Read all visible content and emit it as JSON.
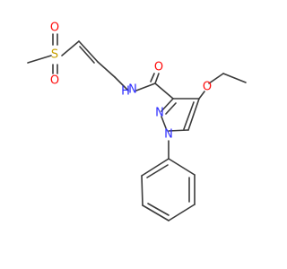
{
  "diagram": {
    "type": "chemical-structure",
    "colors": {
      "bond": "#3a3a3a",
      "carbon": "#3a3a3a",
      "nitrogen": "#2a2aff",
      "oxygen": "#ff0d0d",
      "sulfur": "#c8a000"
    },
    "atoms": {
      "s1": {
        "label": "S",
        "element": "sulfur"
      },
      "o_s_top": {
        "label": "O",
        "element": "oxygen"
      },
      "o_s_bottom": {
        "label": "O",
        "element": "oxygen"
      },
      "n_amide": {
        "label": "N",
        "element": "nitrogen"
      },
      "h_amide": {
        "label": "H",
        "element": "nitrogen"
      },
      "o_carbonyl": {
        "label": "O",
        "element": "oxygen"
      },
      "o_ether": {
        "label": "O",
        "element": "oxygen"
      },
      "n2": {
        "label": "N",
        "element": "nitrogen"
      },
      "n1": {
        "label": "N",
        "element": "nitrogen"
      }
    }
  }
}
